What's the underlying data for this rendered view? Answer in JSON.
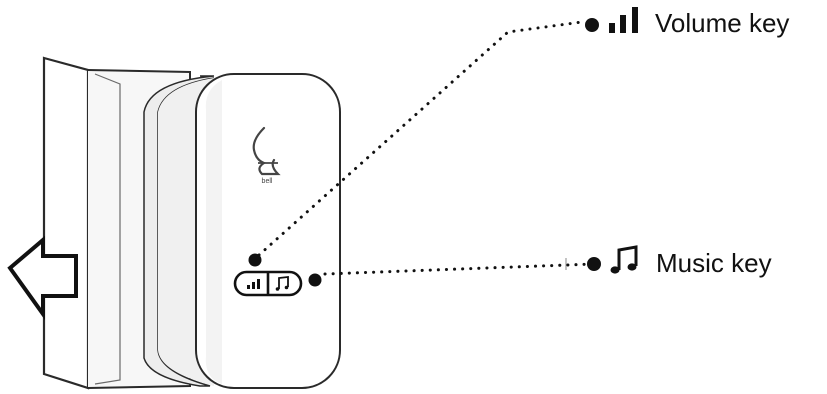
{
  "callouts": {
    "volume": {
      "label": "Volume key",
      "icon": "volume-bars-icon"
    },
    "music": {
      "label": "Music key",
      "icon": "music-note-icon"
    }
  },
  "device": {
    "logo_text": "bell"
  },
  "arrow": {
    "direction": "left"
  },
  "colors": {
    "line": "#111111",
    "outline": "#2a2a2a",
    "device_fill": "#ffffff",
    "shadow": "#e4e4e4"
  }
}
